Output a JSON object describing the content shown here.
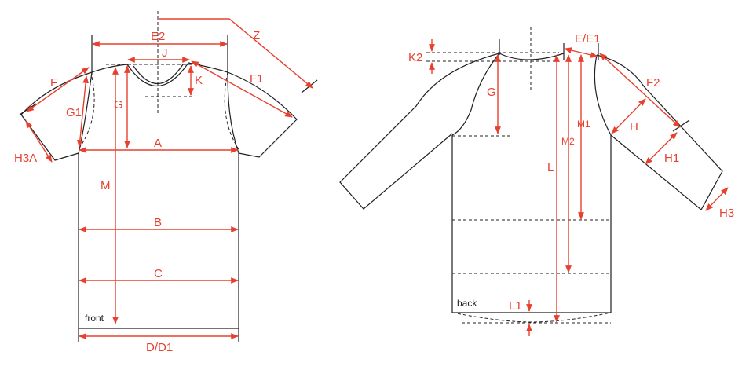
{
  "colors": {
    "measure": "#e8402f",
    "outline": "#231f20",
    "background": "#ffffff"
  },
  "front": {
    "caption": "front",
    "labels": {
      "E2": "E2",
      "Z": "Z",
      "J": "J",
      "K": "K",
      "F": "F",
      "F1": "F1",
      "G1": "G1",
      "G": "G",
      "A": "A",
      "H3A": "H3A",
      "M": "M",
      "B": "B",
      "C": "C",
      "D": "D/D1"
    }
  },
  "back": {
    "caption": "back",
    "labels": {
      "K2": "K2",
      "E": "E/E1",
      "G": "G",
      "F2": "F2",
      "M1": "M1",
      "H": "H",
      "M2": "M2",
      "H1": "H1",
      "L": "L",
      "H3": "H3",
      "L1": "L1"
    }
  }
}
